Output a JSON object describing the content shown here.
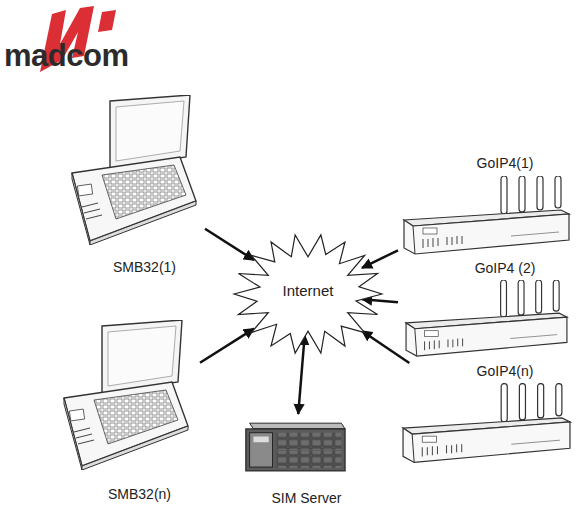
{
  "diagram": {
    "nodes": [
      {
        "text": [
          "SMB32(1)"
        ]
      },
      {
        "text": [
          "GoIP4(1)"
        ]
      },
      {
        "text": [
          "Internet"
        ]
      },
      {
        "text": [
          "GoIP4 (2)"
        ]
      },
      {
        "text": [
          "GoIP4(n)"
        ]
      },
      {
        "text": [
          "SMB32(n)"
        ]
      },
      {
        "text": [
          "SIM Server"
        ]
      }
    ],
    "edges": [
      {
        "from": 0,
        "to": 2,
        "arrow": "to"
      },
      {
        "from": 1,
        "to": 2,
        "arrow": "to"
      },
      {
        "from": 3,
        "to": 2,
        "arrow": "to"
      },
      {
        "from": 4,
        "to": 2,
        "arrow": "to"
      },
      {
        "from": 5,
        "to": 2,
        "arrow": "to"
      },
      {
        "from": 2,
        "to": 6,
        "arrow": "both"
      }
    ],
    "labels": [
      "madcom"
    ]
  }
}
